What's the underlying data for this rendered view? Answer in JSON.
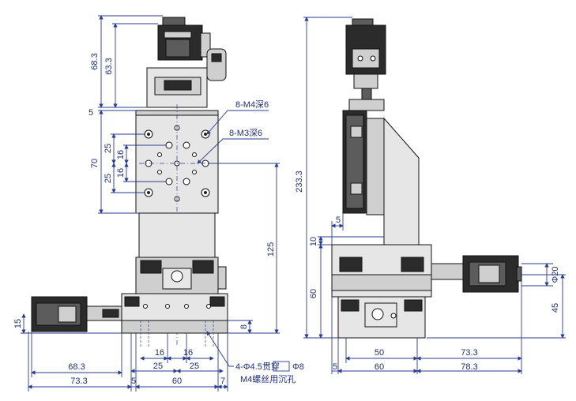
{
  "front_view": {
    "dims": {
      "d68_3_top": "68.3",
      "d63_3": "63.3",
      "d5_left": "5",
      "d70": "70",
      "d25_a": "25",
      "d16_a": "16",
      "d16_b": "16",
      "d25_b": "25",
      "d125": "125",
      "d15": "15",
      "d8": "8",
      "d16_c": "16",
      "d16_d": "16",
      "d25_c": "25",
      "d25_d": "25",
      "d68_3_bottom": "68.3",
      "d73_3_bottom": "73.3",
      "d5_bottom": "5",
      "d60_bottom": "60",
      "d7_bottom": "7"
    },
    "callouts": {
      "m4": "8-M4深6",
      "m3": "8-M3深6",
      "through_hole": "4-Φ4.5贯穿",
      "counterbore": "Φ8",
      "counterbore_note": "M4螺丝用沉孔"
    }
  },
  "side_view": {
    "dims": {
      "d233_3": "233.3",
      "d5_step": "5",
      "d10": "10",
      "d60_left": "60",
      "d50": "50",
      "d73_3": "73.3",
      "d5_b": "5",
      "d60_b": "60",
      "d78_3": "78.3",
      "d_phi20": "Φ20",
      "d45": "45"
    }
  }
}
